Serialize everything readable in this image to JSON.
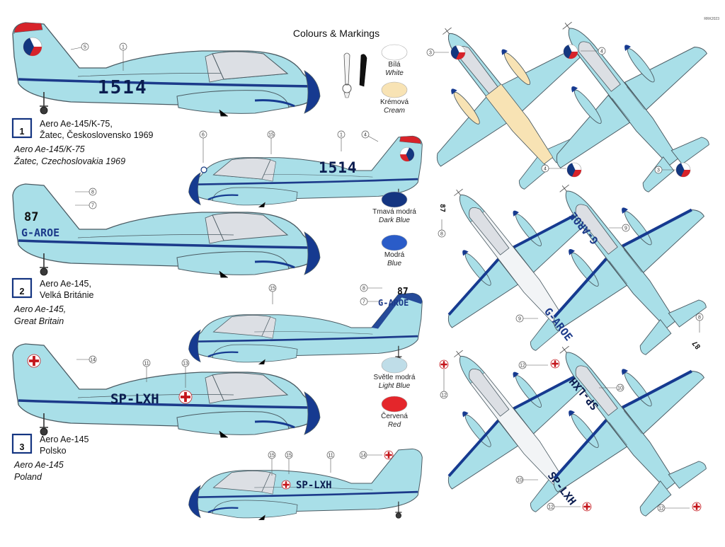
{
  "title": "Colours & Markings",
  "brand_code": "RRK2023",
  "swatches": [
    {
      "name": "Bílá",
      "en": "White",
      "color": "#ffffff"
    },
    {
      "name": "Krémová",
      "en": "Cream",
      "color": "#f8e3b4"
    },
    {
      "name": "Tmavá modrá",
      "en": "Dark Blue",
      "color": "#143581"
    },
    {
      "name": "Modrá",
      "en": "Blue",
      "color": "#2a5cc8"
    },
    {
      "name": "Světle modrá",
      "en": "Light Blue",
      "color": "#bfdde8"
    },
    {
      "name": "Červená",
      "en": "Red",
      "color": "#e4262b"
    }
  ],
  "colors": {
    "airframe": "#a9dfe8",
    "outline": "#4a5a62",
    "canopy": "#dcdfe4",
    "dark_blue": "#143581",
    "cream": "#f8e3b4",
    "red": "#c4161c"
  },
  "schemes": [
    {
      "number": "1",
      "registration": "1514",
      "cz_line1": "Aero Ae-145/K-75,",
      "cz_line2": "Žatec, Československo 1969",
      "en_line1": "Aero Ae-145/K-75",
      "en_line2": "Žatec, Czechoslovakia 1969"
    },
    {
      "number": "2",
      "registration": "G-AROE",
      "fin_number": "87",
      "cz_line1": "Aero Ae-145,",
      "cz_line2": "Velká Británie",
      "en_line1": "Aero Ae-145,",
      "en_line2": "Great Britain"
    },
    {
      "number": "3",
      "registration": "SP-LXH",
      "cz_line1": "Aero Ae-145",
      "cz_line2": "Polsko",
      "en_line1": "Aero Ae-145",
      "en_line2": "Poland"
    }
  ],
  "callouts": {
    "s1_side": [
      "5",
      "1"
    ],
    "s1_side_r": [
      "6",
      "15",
      "1",
      "4"
    ],
    "s1_top": [
      "3",
      "4"
    ],
    "s1_bottom": [
      "4",
      "3"
    ],
    "s2_side": [
      "8",
      "7"
    ],
    "s2_side_r": [
      "15",
      "8",
      "7"
    ],
    "s2_top": [
      "8",
      "9"
    ],
    "s2_bottom": [
      "9",
      "8"
    ],
    "s3_side": [
      "14",
      "11",
      "13"
    ],
    "s3_side_r": [
      "15",
      "15",
      "11",
      "14"
    ],
    "s3_top": [
      "12",
      "10",
      "12"
    ],
    "s3_bottom": [
      "12",
      "10",
      "12"
    ]
  }
}
